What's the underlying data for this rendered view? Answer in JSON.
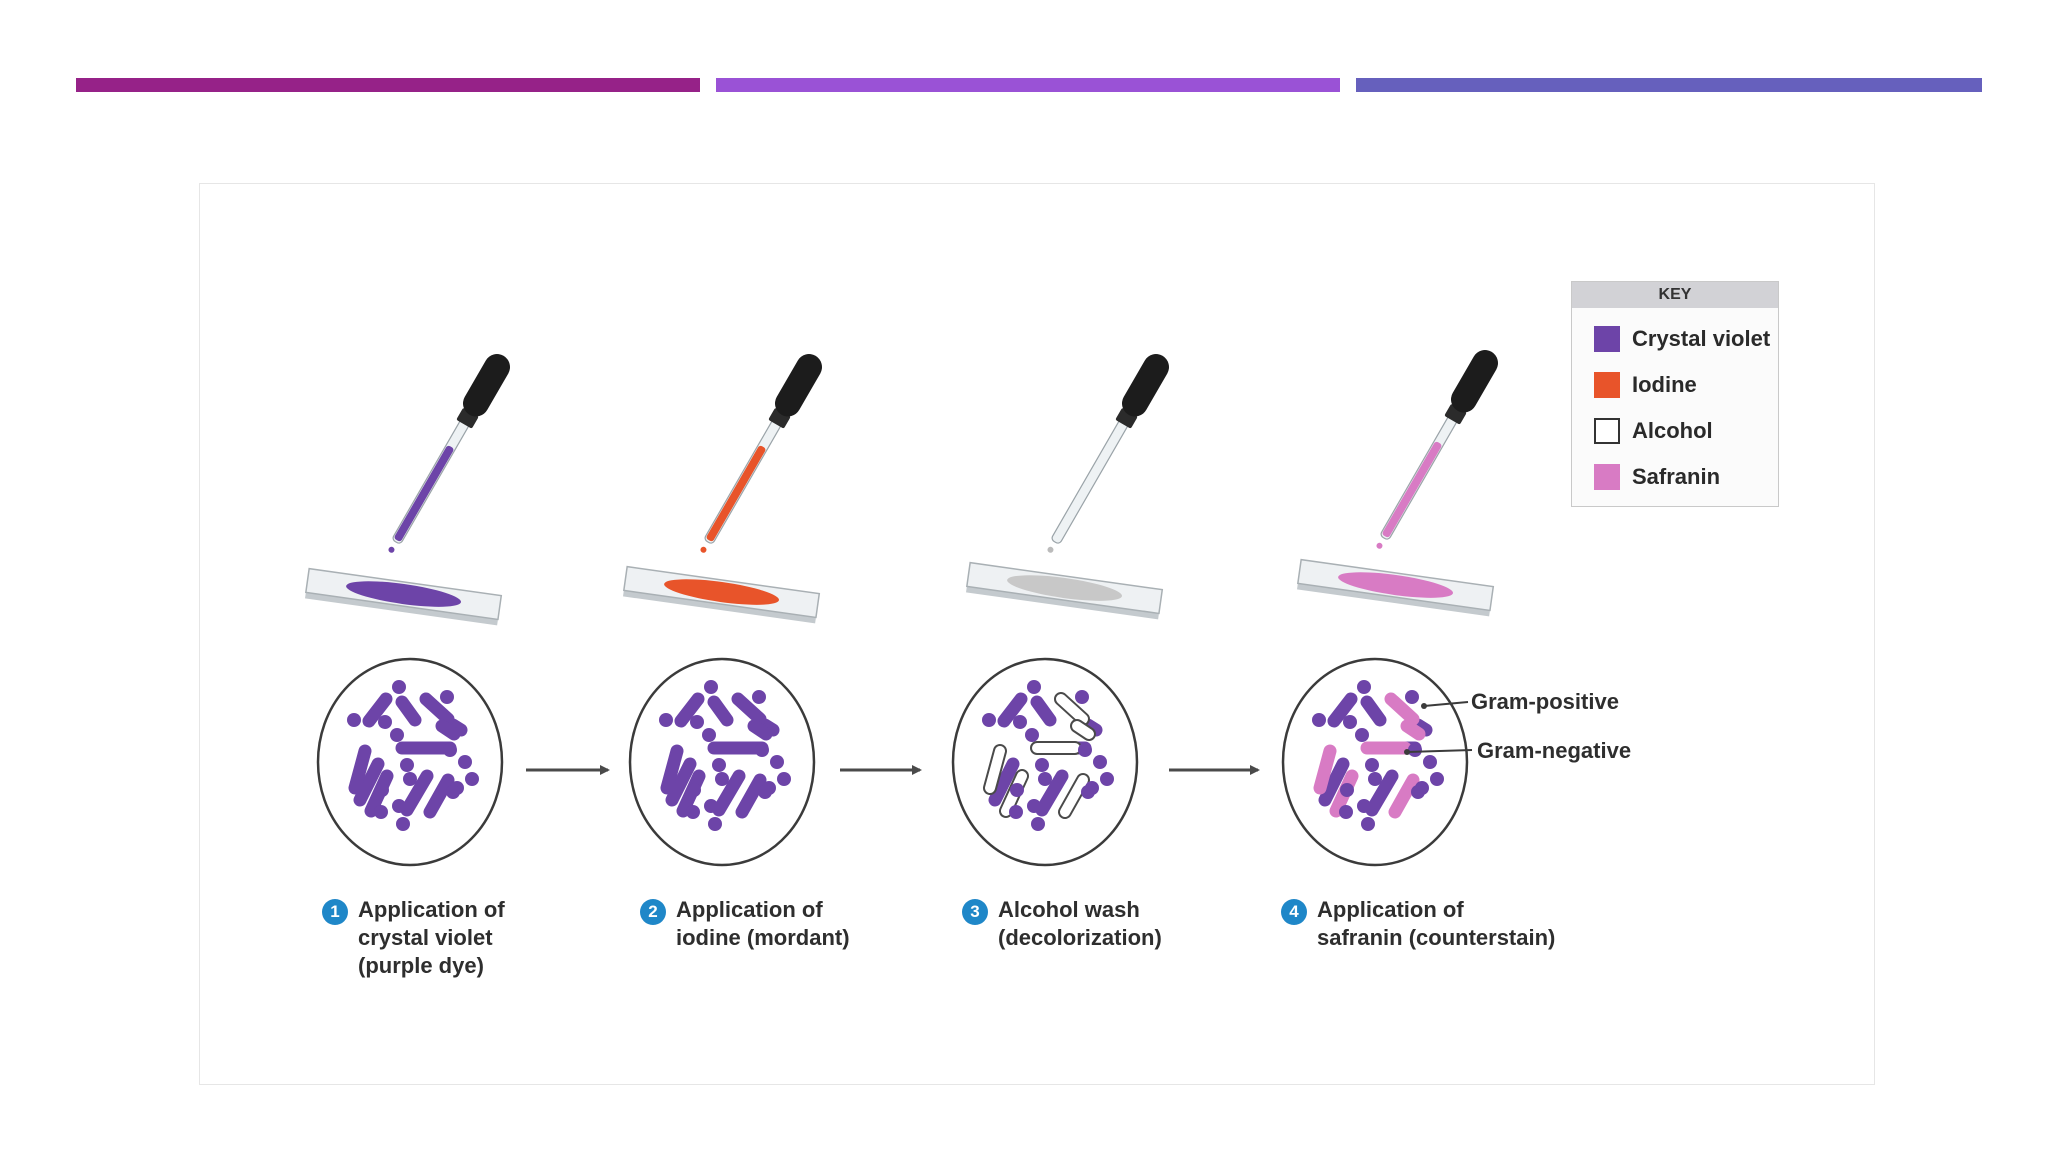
{
  "slide": {
    "accent_colors": [
      "#962288",
      "#9a52d6",
      "#6660bd"
    ]
  },
  "key": {
    "title": "KEY",
    "items": [
      {
        "label": "Crystal violet",
        "color": "#6d44a8"
      },
      {
        "label": "Iodine",
        "color": "#e8542a"
      },
      {
        "label": "Alcohol",
        "color": "#ffffff"
      },
      {
        "label": "Safranin",
        "color": "#d87bc4"
      }
    ]
  },
  "steps": [
    {
      "number": "1",
      "text": "Application of\ncrystal violet\n(purple dye)"
    },
    {
      "number": "2",
      "text": "Application of\niodine (mordant)"
    },
    {
      "number": "3",
      "text": "Alcohol wash\n(decolorization)"
    },
    {
      "number": "4",
      "text": "Application of\nsafranin (counterstain)"
    }
  ],
  "callouts": {
    "gram_positive": "Gram-positive",
    "gram_negative": "Gram-negative"
  },
  "colors": {
    "crystal_violet": "#6d44a8",
    "iodine": "#e8542a",
    "alcohol": "#c8c8c8",
    "safranin": "#d87bc4",
    "dropper_bulb": "#1c1c1c",
    "arrow": "#4a4a4a"
  }
}
